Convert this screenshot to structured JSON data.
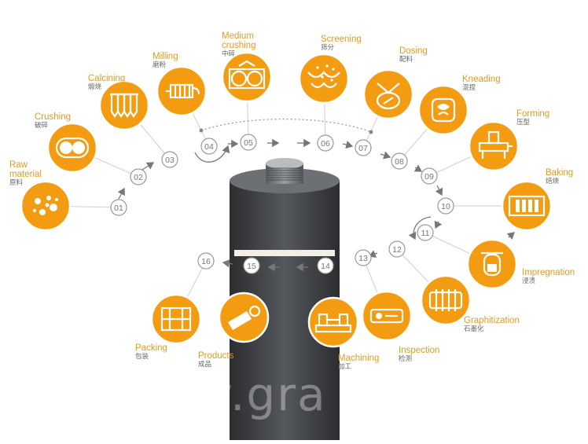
{
  "colors": {
    "accent": "#f39c12",
    "ring": "#999999",
    "electrode_dark": "#3f4144",
    "electrode_light": "#55585c",
    "band": "#f3efe6"
  },
  "steps": [
    {
      "id": "raw-material",
      "en": "Raw\nmaterial",
      "cn": "原料",
      "icon": "particles-icon"
    },
    {
      "id": "crushing",
      "en": "Crushing",
      "cn": "破碎",
      "icon": "rollers-icon"
    },
    {
      "id": "calcining",
      "en": "Calcining",
      "cn": "煅烧",
      "icon": "kiln-icon"
    },
    {
      "id": "milling",
      "en": "Milling",
      "cn": "磨粉",
      "icon": "mill-icon"
    },
    {
      "id": "medium-crushing",
      "en": "Medium\ncrushing",
      "cn": "中碎",
      "icon": "double-roller-icon"
    },
    {
      "id": "screening",
      "en": "Screening",
      "cn": "筛分",
      "icon": "sieve-icon"
    },
    {
      "id": "dosing",
      "en": "Dosing",
      "cn": "配料",
      "icon": "dosing-icon"
    },
    {
      "id": "kneading",
      "en": "Kneading",
      "cn": "混捏",
      "icon": "mixer-icon"
    },
    {
      "id": "forming",
      "en": "Forming",
      "cn": "压型",
      "icon": "press-icon"
    },
    {
      "id": "baking",
      "en": "Baking",
      "cn": "焙烧",
      "icon": "furnace-icon"
    },
    {
      "id": "impregnation",
      "en": "Impregnation",
      "cn": "浸渍",
      "icon": "tank-icon"
    },
    {
      "id": "graphitization",
      "en": "Graphitization",
      "cn": "石墨化",
      "icon": "graphitize-icon"
    },
    {
      "id": "inspection",
      "en": "Inspection",
      "cn": "检测",
      "icon": "gauge-icon"
    },
    {
      "id": "machining",
      "en": "Machining",
      "cn": "加工",
      "icon": "lathe-icon"
    },
    {
      "id": "products",
      "en": "Products",
      "cn": "成品",
      "icon": "electrode-icon"
    },
    {
      "id": "packing",
      "en": "Packing",
      "cn": "包装",
      "icon": "crate-icon"
    }
  ],
  "numbers": [
    "01",
    "02",
    "03",
    "04",
    "05",
    "06",
    "07",
    "08",
    "09",
    "10",
    "11",
    "12",
    "13",
    "14",
    "15",
    "16"
  ],
  "watermark": "www.gra"
}
